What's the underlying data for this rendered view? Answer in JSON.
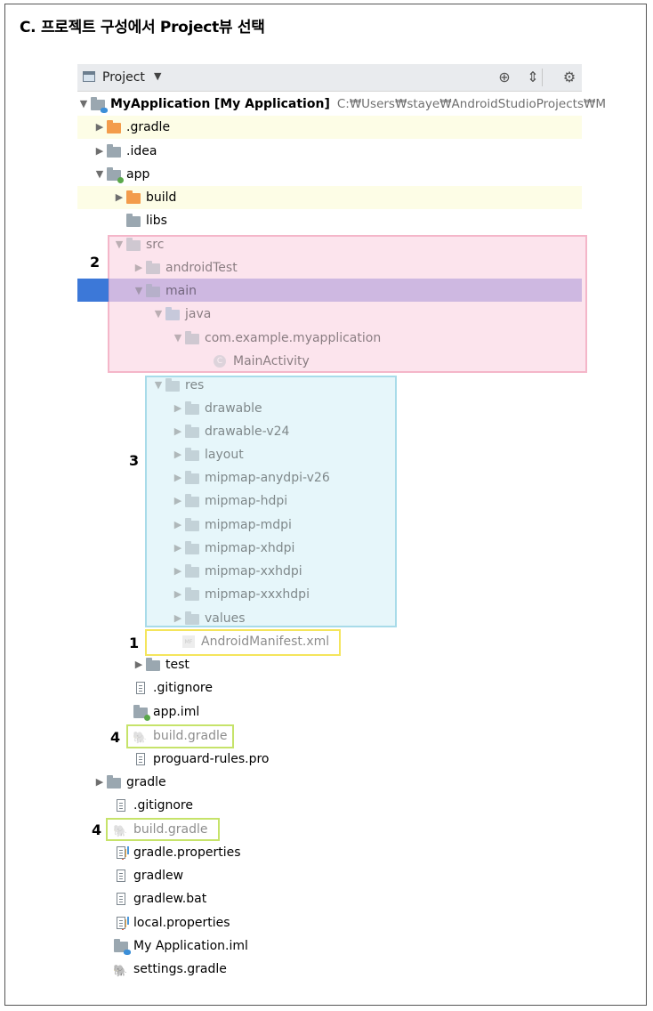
{
  "heading": "C. 프로젝트 구성에서 Project뷰 선택",
  "toolbar": {
    "title": "Project",
    "caret": "▼",
    "locate_glyph": "⊕",
    "collapse_glyph": "⇕",
    "settings_glyph": "⚙"
  },
  "tree": {
    "root_name": "MyApplication",
    "root_module": "[My Application]",
    "root_path": "C:₩Users₩staye₩AndroidStudioProjects₩M",
    "items": [
      {
        "label": ".gradle"
      },
      {
        "label": ".idea"
      },
      {
        "label": "app"
      },
      {
        "label": "build"
      },
      {
        "label": "libs"
      },
      {
        "label": "src"
      },
      {
        "label": "androidTest"
      },
      {
        "label": "main"
      },
      {
        "label": "java"
      },
      {
        "label": "com.example.myapplication"
      },
      {
        "label": "MainActivity"
      },
      {
        "label": "res"
      },
      {
        "label": "drawable"
      },
      {
        "label": "drawable-v24"
      },
      {
        "label": "layout"
      },
      {
        "label": "mipmap-anydpi-v26"
      },
      {
        "label": "mipmap-hdpi"
      },
      {
        "label": "mipmap-mdpi"
      },
      {
        "label": "mipmap-xhdpi"
      },
      {
        "label": "mipmap-xxhdpi"
      },
      {
        "label": "mipmap-xxxhdpi"
      },
      {
        "label": "values"
      },
      {
        "label": "AndroidManifest.xml"
      },
      {
        "label": "test"
      },
      {
        "label": ".gitignore"
      },
      {
        "label": "app.iml"
      },
      {
        "label": "build.gradle"
      },
      {
        "label": "proguard-rules.pro"
      },
      {
        "label": "gradle"
      },
      {
        "label": ".gitignore"
      },
      {
        "label": "build.gradle"
      },
      {
        "label": "gradle.properties"
      },
      {
        "label": "gradlew"
      },
      {
        "label": "gradlew.bat"
      },
      {
        "label": "local.properties"
      },
      {
        "label": "My Application.iml"
      },
      {
        "label": "settings.gradle"
      }
    ]
  },
  "callouts": {
    "n2": "2",
    "n3": "3",
    "n1": "1",
    "n4a": "4",
    "n4b": "4"
  }
}
